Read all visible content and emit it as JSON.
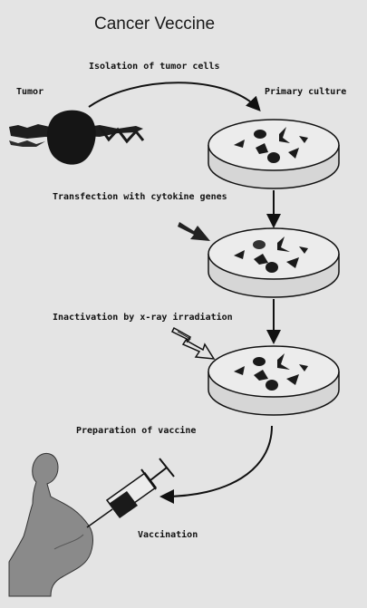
{
  "title": "Cancer Veccine",
  "labels": {
    "tumor": "Tumor",
    "isolation": "Isolation of tumor cells",
    "primary_culture": "Primary culture",
    "transfection": "Transfection with cytokine genes",
    "inactivation": "Inactivation by x-ray irradiation",
    "preparation": "Preparation of vaccine",
    "vaccination": "Vaccination"
  }
}
